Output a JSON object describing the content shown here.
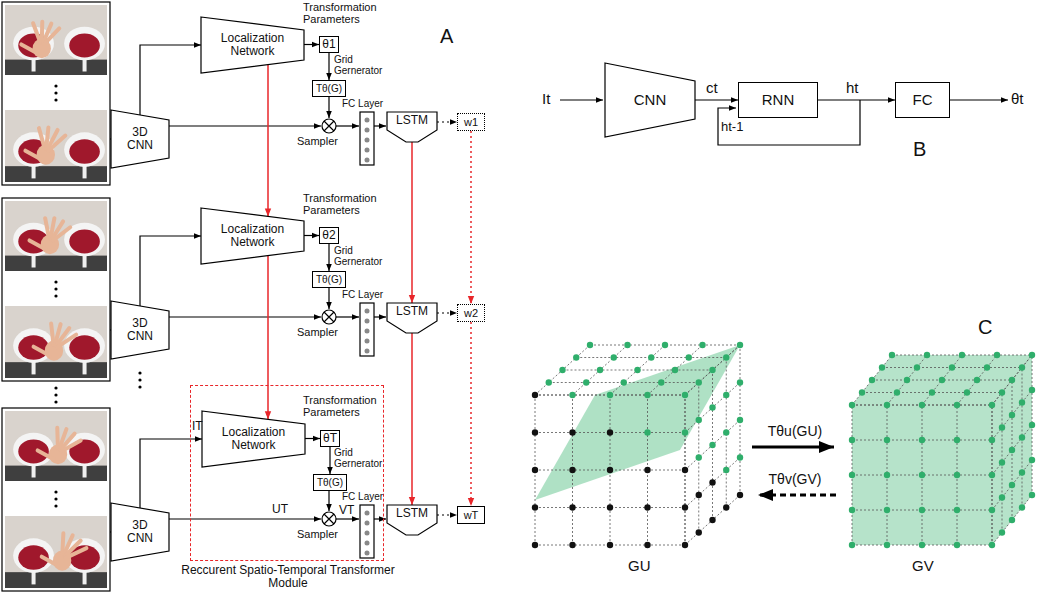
{
  "diagram": {
    "nodes": [
      {
        "text": [
          "Localization Network"
        ]
      },
      {
        "text": [
          "θ1"
        ]
      },
      {
        "text": [
          "Tθ(G)"
        ]
      },
      {
        "text": [
          "3D CNN"
        ]
      },
      {
        "text": [
          "LSTM"
        ]
      },
      {
        "text": [
          "w1"
        ]
      },
      {
        "text": [
          "Localization Network"
        ]
      },
      {
        "text": [
          "θ2"
        ]
      },
      {
        "text": [
          "Tθ(G)"
        ]
      },
      {
        "text": [
          "3D CNN"
        ]
      },
      {
        "text": [
          "LSTM"
        ]
      },
      {
        "text": [
          "w2"
        ]
      },
      {
        "text": [
          "Reccurent Spatio-Temporal Transformer Module"
        ]
      },
      {
        "text": [
          "Localization Network"
        ],
        "in": 12
      },
      {
        "text": [
          "θT"
        ],
        "in": 12
      },
      {
        "text": [
          "Tθ(G)"
        ],
        "in": 12
      },
      {
        "text": [
          "3D CNN"
        ]
      },
      {
        "text": [
          "LSTM"
        ]
      },
      {
        "text": [
          "wT"
        ]
      },
      {
        "text": [
          "CNN"
        ]
      },
      {
        "text": [
          "RNN"
        ]
      },
      {
        "text": [
          "FC"
        ]
      }
    ],
    "edges": [
      {
        "from": 3,
        "to": 0,
        "arrow": "to"
      },
      {
        "from": 0,
        "to": 1,
        "arrow": "to"
      },
      {
        "from": 1,
        "to": 2,
        "arrow": "to"
      },
      {
        "from": 4,
        "to": 5,
        "arrow": "to"
      },
      {
        "from": 9,
        "to": 6,
        "arrow": "to"
      },
      {
        "from": 6,
        "to": 7,
        "arrow": "to"
      },
      {
        "from": 7,
        "to": 8,
        "arrow": "to"
      },
      {
        "from": 10,
        "to": 11,
        "arrow": "to"
      },
      {
        "from": 16,
        "to": 13,
        "label": "IT",
        "arrow": "to"
      },
      {
        "from": 13,
        "to": 14,
        "arrow": "to"
      },
      {
        "from": 14,
        "to": 15,
        "arrow": "to"
      },
      {
        "from": 17,
        "to": 18,
        "arrow": "to"
      },
      {
        "from": 0,
        "to": 6,
        "arrow": "to"
      },
      {
        "from": 6,
        "to": 13,
        "arrow": "to"
      },
      {
        "from": 4,
        "to": 10,
        "arrow": "to"
      },
      {
        "from": 10,
        "to": 17,
        "arrow": "to"
      },
      {
        "from": 5,
        "to": 11,
        "arrow": "to"
      },
      {
        "from": 11,
        "to": 18,
        "arrow": "to"
      },
      {
        "from": 19,
        "to": 20,
        "label": "ct",
        "arrow": "to"
      },
      {
        "from": 20,
        "to": 21,
        "label": "ht",
        "arrow": "to"
      }
    ],
    "labels": [
      "A",
      "Transformation Parameters",
      "Grid Gernerator",
      "FC Layer",
      "Sampler",
      "Transformation Parameters",
      "Grid Gernerator",
      "FC Layer",
      "Sampler",
      "Transformation Parameters",
      "Grid Gernerator",
      "FC Layer",
      "Sampler",
      "UT",
      "VT",
      "B",
      "It",
      "ht-1",
      "θt",
      "C",
      "Tθu(GU)",
      "Tθv(GV)",
      "GU",
      "GV"
    ]
  }
}
